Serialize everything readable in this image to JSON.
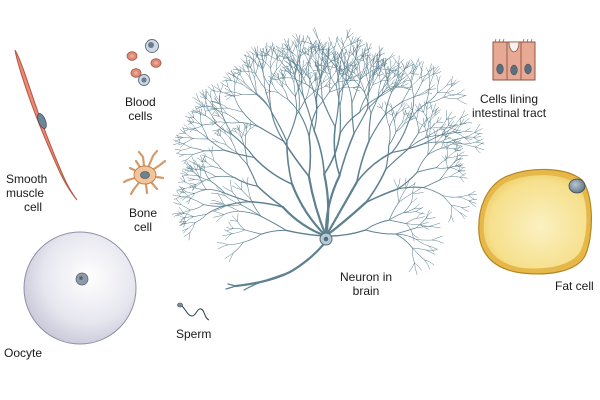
{
  "labels": {
    "smooth_muscle": [
      "Smooth",
      "muscle",
      "cell"
    ],
    "blood": [
      "Blood",
      "cells"
    ],
    "bone": [
      "Bone",
      "cell"
    ],
    "oocyte": [
      "Oocyte"
    ],
    "sperm": [
      "Sperm"
    ],
    "neuron": [
      "Neuron in",
      "brain"
    ],
    "intestinal": [
      "Cells lining",
      "intestinal tract"
    ],
    "fat": [
      "Fat cell"
    ]
  },
  "colors": {
    "muscle": "#e8826c",
    "blood": "#d9826f",
    "bone": "#f3c49a",
    "oocyte": "#d9d9e6",
    "neuron": "#5d8190",
    "intestinal": "#e4a690",
    "fat": "#f6e08c"
  }
}
